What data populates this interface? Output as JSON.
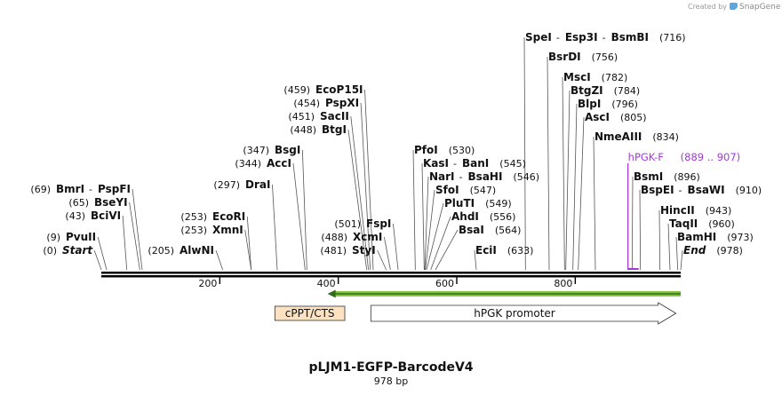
{
  "map": {
    "name": "pLJM1-EGFP-BarcodeV4",
    "length_label": "978 bp",
    "total_bp": 978,
    "credit_prefix": "Created by",
    "credit_brand": "SnapGene"
  },
  "ticks": [
    {
      "pos": 200,
      "label": "200"
    },
    {
      "pos": 400,
      "label": "400"
    },
    {
      "pos": 600,
      "label": "600"
    },
    {
      "pos": 800,
      "label": "800"
    }
  ],
  "sites_left": [
    {
      "pos": 0,
      "pos_label": "(0)",
      "names": [
        "Start"
      ],
      "italic": true
    },
    {
      "pos": 9,
      "pos_label": "(9)",
      "names": [
        "PvuII"
      ]
    },
    {
      "pos": 43,
      "pos_label": "(43)",
      "names": [
        "BciVI"
      ]
    },
    {
      "pos": 65,
      "pos_label": "(65)",
      "names": [
        "BseYI"
      ]
    },
    {
      "pos": 69,
      "pos_label": "(69)",
      "names": [
        "BmrI",
        "PspFI"
      ]
    },
    {
      "pos": 205,
      "pos_label": "(205)",
      "names": [
        "AlwNI"
      ]
    },
    {
      "pos": 253,
      "pos_label": "(253)",
      "names": [
        "XmnI"
      ],
      "anchor_group": "ecori"
    },
    {
      "pos": 253,
      "pos_label": "(253)",
      "names": [
        "EcoRI"
      ],
      "suppress_pos": false
    },
    {
      "pos": 297,
      "pos_label": "(297)",
      "names": [
        "DraI"
      ]
    },
    {
      "pos": 344,
      "pos_label": "(344)",
      "names": [
        "AccI"
      ]
    },
    {
      "pos": 347,
      "pos_label": "(347)",
      "names": [
        "BsgI"
      ]
    },
    {
      "pos": 448,
      "pos_label": "(448)",
      "names": [
        "BtgI"
      ]
    },
    {
      "pos": 451,
      "pos_label": "(451)",
      "names": [
        "SacII"
      ]
    },
    {
      "pos": 454,
      "pos_label": "(454)",
      "names": [
        "PspXI"
      ]
    },
    {
      "pos": 459,
      "pos_label": "(459)",
      "names": [
        "EcoP15I"
      ]
    },
    {
      "pos": 481,
      "pos_label": "(481)",
      "names": [
        "StyI"
      ]
    },
    {
      "pos": 488,
      "pos_label": "(488)",
      "names": [
        "XcmI"
      ]
    },
    {
      "pos": 501,
      "pos_label": "(501)",
      "names": [
        "FspI"
      ]
    }
  ],
  "sites_right": [
    {
      "pos": 530,
      "pos_label": "(530)",
      "names": [
        "PfoI"
      ]
    },
    {
      "pos": 545,
      "pos_label": "(545)",
      "names": [
        "KasI",
        "BanI"
      ]
    },
    {
      "pos": 546,
      "pos_label": "(546)",
      "names": [
        "NarI",
        "BsaHI"
      ]
    },
    {
      "pos": 547,
      "pos_label": "(547)",
      "names": [
        "SfoI"
      ]
    },
    {
      "pos": 549,
      "pos_label": "(549)",
      "names": [
        "PluTI"
      ]
    },
    {
      "pos": 556,
      "pos_label": "(556)",
      "names": [
        "AhdI"
      ]
    },
    {
      "pos": 564,
      "pos_label": "(564)",
      "names": [
        "BsaI"
      ]
    },
    {
      "pos": 633,
      "pos_label": "(633)",
      "names": [
        "EciI"
      ]
    },
    {
      "pos": 716,
      "pos_label": "(716)",
      "names": [
        "SpeI",
        "Esp3I",
        "BsmBI"
      ]
    },
    {
      "pos": 756,
      "pos_label": "(756)",
      "names": [
        "BsrDI"
      ]
    },
    {
      "pos": 782,
      "pos_label": "(782)",
      "names": [
        "MscI"
      ]
    },
    {
      "pos": 784,
      "pos_label": "(784)",
      "names": [
        "BtgZI"
      ]
    },
    {
      "pos": 796,
      "pos_label": "(796)",
      "names": [
        "BlpI"
      ]
    },
    {
      "pos": 805,
      "pos_label": "(805)",
      "names": [
        "AscI"
      ]
    },
    {
      "pos": 834,
      "pos_label": "(834)",
      "names": [
        "NmeAIII"
      ]
    },
    {
      "pos": 896,
      "pos_label": "(896)",
      "names": [
        "BsmI"
      ]
    },
    {
      "pos": 910,
      "pos_label": "(910)",
      "names": [
        "BspEI",
        "BsaWI"
      ]
    },
    {
      "pos": 943,
      "pos_label": "(943)",
      "names": [
        "HincII"
      ]
    },
    {
      "pos": 960,
      "pos_label": "(960)",
      "names": [
        "TaqII"
      ]
    },
    {
      "pos": 973,
      "pos_label": "(973)",
      "names": [
        "BamHI"
      ]
    },
    {
      "pos": 978,
      "pos_label": "(978)",
      "names": [
        "End"
      ],
      "italic": true
    }
  ],
  "primer": {
    "name": "hPGK-F",
    "range_label": "(889 .. 907)",
    "start": 889,
    "end": 907,
    "color": "#a23ad6"
  },
  "features": [
    {
      "name": "cPPT/CTS",
      "start": 293,
      "end": 411,
      "kind": "box",
      "color": "#fde2c2"
    },
    {
      "name": "hPGK promoter",
      "start": 455,
      "end": 970,
      "kind": "arrow",
      "color": "#ffffff"
    }
  ],
  "orf": {
    "start": 382,
    "end": 978,
    "direction": "reverse",
    "color": "#84c341"
  },
  "colors": {
    "backbone": "#000000",
    "line": "#555555",
    "orf_arrow": "#2f6b1b"
  }
}
